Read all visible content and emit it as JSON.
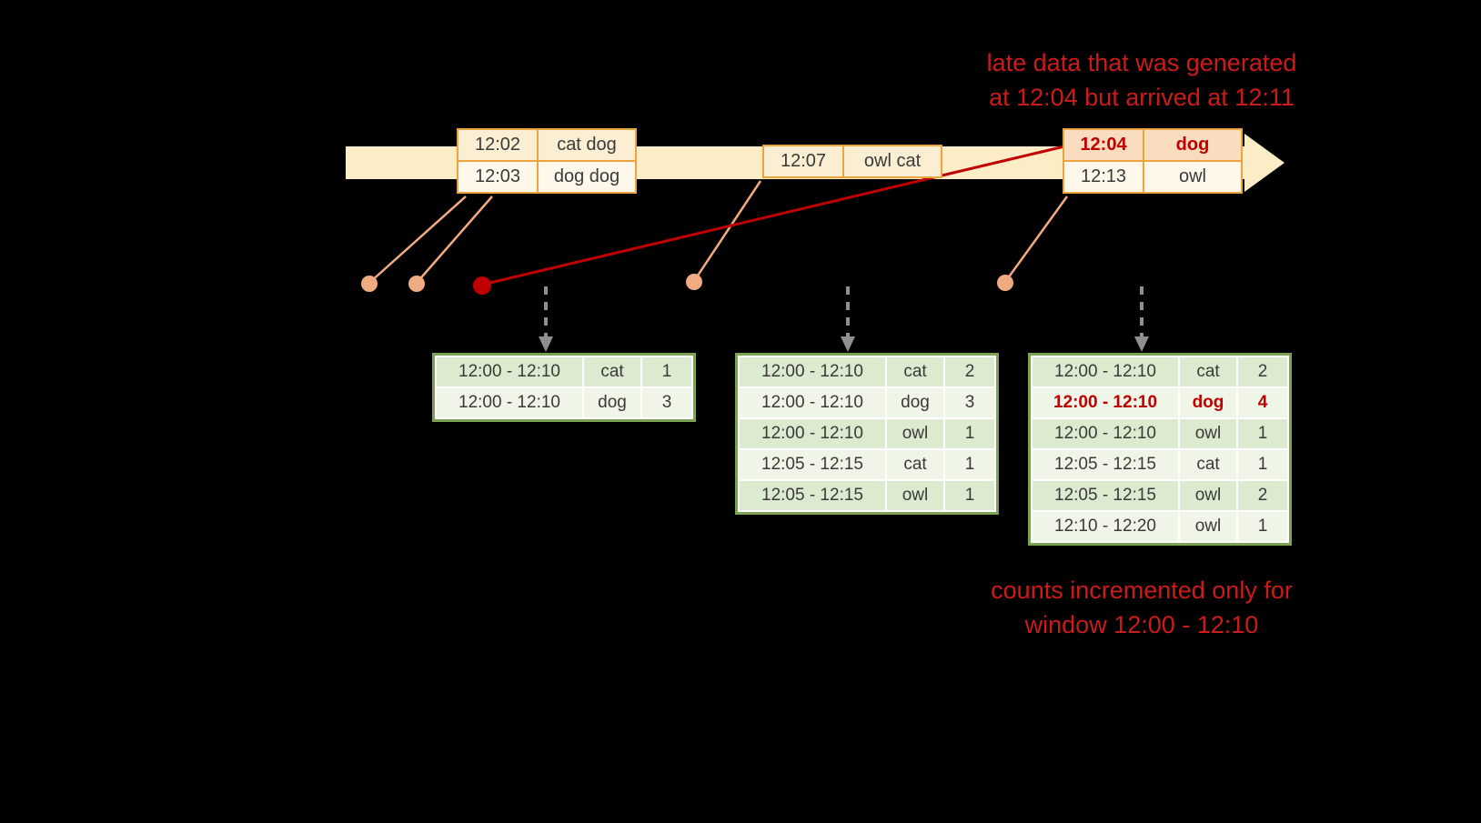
{
  "colors": {
    "background": "#000000",
    "timeline_fill": "#fcedc6",
    "event_border": "#eca43f",
    "connector": "#f1ab81",
    "late_red": "#c00000",
    "annotation_red": "#cc1b1b",
    "result_border": "#7ca253",
    "arrow_gray": "#8f8f8f"
  },
  "annotations": {
    "late_data_line1": "late data that was generated",
    "late_data_line2": "at 12:04 but arrived at 12:11",
    "counts_line1": "counts incremented only for",
    "counts_line2": "window 12:00 - 12:10"
  },
  "event_tables": [
    {
      "rows": [
        {
          "time": "12:02",
          "words": "cat dog"
        },
        {
          "time": "12:03",
          "words": "dog dog"
        }
      ]
    },
    {
      "rows": [
        {
          "time": "12:07",
          "words": "owl cat"
        }
      ]
    },
    {
      "rows": [
        {
          "time": "12:04",
          "words": "dog"
        },
        {
          "time": "12:13",
          "words": "owl"
        }
      ]
    }
  ],
  "result_tables": [
    {
      "rows": [
        {
          "window": "12:00 - 12:10",
          "word": "cat",
          "count": "1"
        },
        {
          "window": "12:00 - 12:10",
          "word": "dog",
          "count": "3"
        }
      ]
    },
    {
      "rows": [
        {
          "window": "12:00 - 12:10",
          "word": "cat",
          "count": "2"
        },
        {
          "window": "12:00 - 12:10",
          "word": "dog",
          "count": "3"
        },
        {
          "window": "12:00 - 12:10",
          "word": "owl",
          "count": "1"
        },
        {
          "window": "12:05 - 12:15",
          "word": "cat",
          "count": "1"
        },
        {
          "window": "12:05 - 12:15",
          "word": "owl",
          "count": "1"
        }
      ]
    },
    {
      "rows": [
        {
          "window": "12:00 - 12:10",
          "word": "cat",
          "count": "2"
        },
        {
          "window": "12:00 - 12:10",
          "word": "dog",
          "count": "4"
        },
        {
          "window": "12:00 - 12:10",
          "word": "owl",
          "count": "1"
        },
        {
          "window": "12:05 - 12:15",
          "word": "cat",
          "count": "1"
        },
        {
          "window": "12:05 - 12:15",
          "word": "owl",
          "count": "2"
        },
        {
          "window": "12:10 - 12:20",
          "word": "owl",
          "count": "1"
        }
      ]
    }
  ]
}
